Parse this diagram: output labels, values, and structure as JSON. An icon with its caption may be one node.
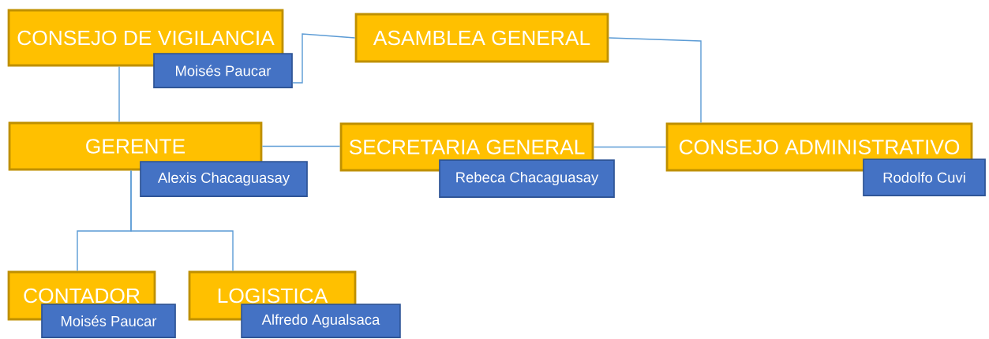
{
  "diagram": {
    "nodes": [
      {
        "text": [
          "CONSEJO DE VIGILANCIA"
        ]
      },
      {
        "text": [
          "Moisés Paucar"
        ]
      },
      {
        "text": [
          "ASAMBLEA GENERAL"
        ]
      },
      {
        "text": [
          "GERENTE"
        ]
      },
      {
        "text": [
          "Alexis Chacaguasay"
        ]
      },
      {
        "text": [
          "SECRETARIA GENERAL"
        ]
      },
      {
        "text": [
          "Rebeca Chacaguasay"
        ]
      },
      {
        "text": [
          "CONSEJO ADMINISTRATIVO"
        ]
      },
      {
        "text": [
          "Rodolfo Cuvi"
        ]
      },
      {
        "text": [
          "CONTADOR"
        ]
      },
      {
        "text": [
          "Moisés Paucar"
        ]
      },
      {
        "text": [
          "LOGISTICA"
        ]
      },
      {
        "text": [
          "Alfredo Agualsaca"
        ]
      }
    ],
    "edges": [
      {
        "from": 0,
        "to": 3,
        "arrow": "none"
      },
      {
        "from": 2,
        "to": 1,
        "arrow": "none"
      },
      {
        "from": 2,
        "to": 7,
        "arrow": "none"
      },
      {
        "from": 3,
        "to": 5,
        "arrow": "none"
      },
      {
        "from": 5,
        "to": 7,
        "arrow": "none"
      },
      {
        "from": 3,
        "to": 9,
        "arrow": "none"
      },
      {
        "from": 3,
        "to": 11,
        "arrow": "none"
      }
    ]
  }
}
